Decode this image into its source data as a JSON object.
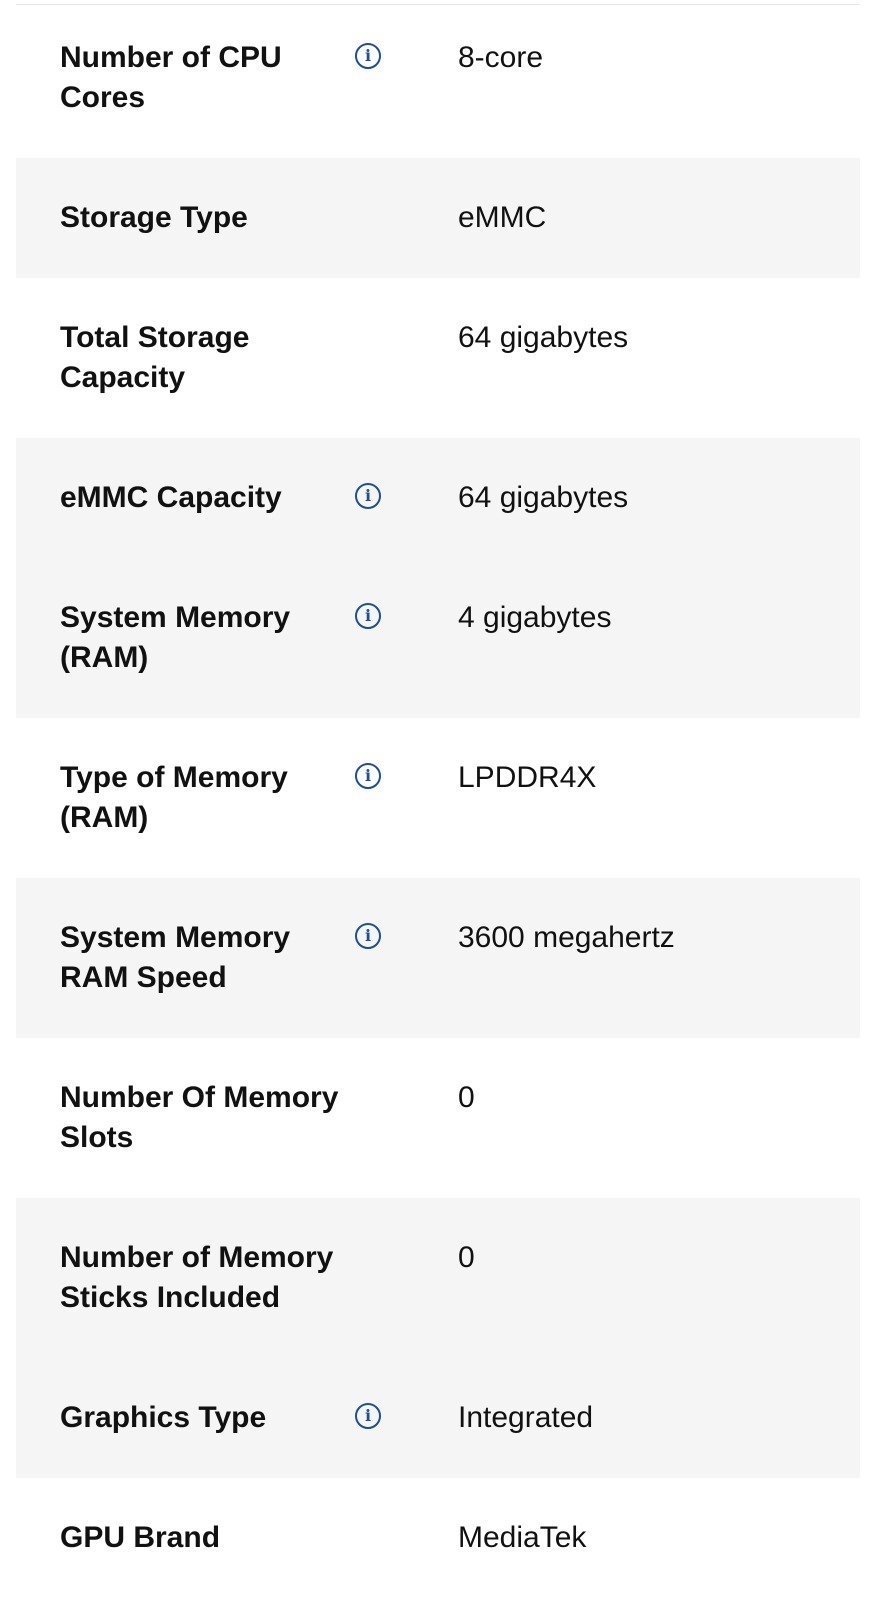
{
  "icons": {
    "info": "info-icon"
  },
  "colors": {
    "info_accent": "#1d4f91",
    "row_shade": "#f5f5f5",
    "text": "#111111"
  },
  "specs": [
    {
      "label": "Number of CPU Cores",
      "value": "8-core",
      "info": true
    },
    {
      "label": "Storage Type",
      "value": "eMMC",
      "info": false
    },
    {
      "label": "Total Storage Capacity",
      "value": "64 gigabytes",
      "info": false
    },
    {
      "label": "eMMC Capacity",
      "value": "64 gigabytes",
      "info": true
    },
    {
      "label": "System Memory (RAM)",
      "value": "4 gigabytes",
      "info": true
    },
    {
      "label": "Type of Memory (RAM)",
      "value": "LPDDR4X",
      "info": true
    },
    {
      "label": "System Memory RAM Speed",
      "value": "3600 megahertz",
      "info": true
    },
    {
      "label": "Number Of Memory Slots",
      "value": "0",
      "info": false
    },
    {
      "label": "Number of Memory Sticks Included",
      "value": "0",
      "info": false
    },
    {
      "label": "Graphics Type",
      "value": "Integrated",
      "info": true
    },
    {
      "label": "GPU Brand",
      "value": "MediaTek",
      "info": false
    }
  ]
}
